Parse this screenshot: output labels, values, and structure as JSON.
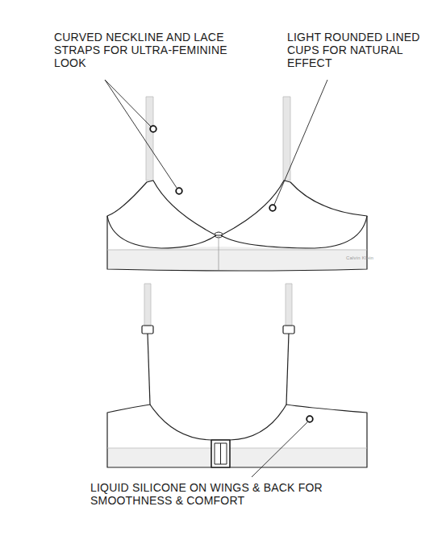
{
  "diagram": {
    "labels": [
      "CURVED NECKLINE AND LACE STRAPS FOR ULTRA-FEMININE LOOK",
      "LIGHT ROUNDED LINED CUPS FOR NATURAL EFFECT",
      "Calvin Klein",
      "LIQUID SILICONE ON WINGS & BACK FOR SMOOTHNESS & COMFORT"
    ]
  }
}
